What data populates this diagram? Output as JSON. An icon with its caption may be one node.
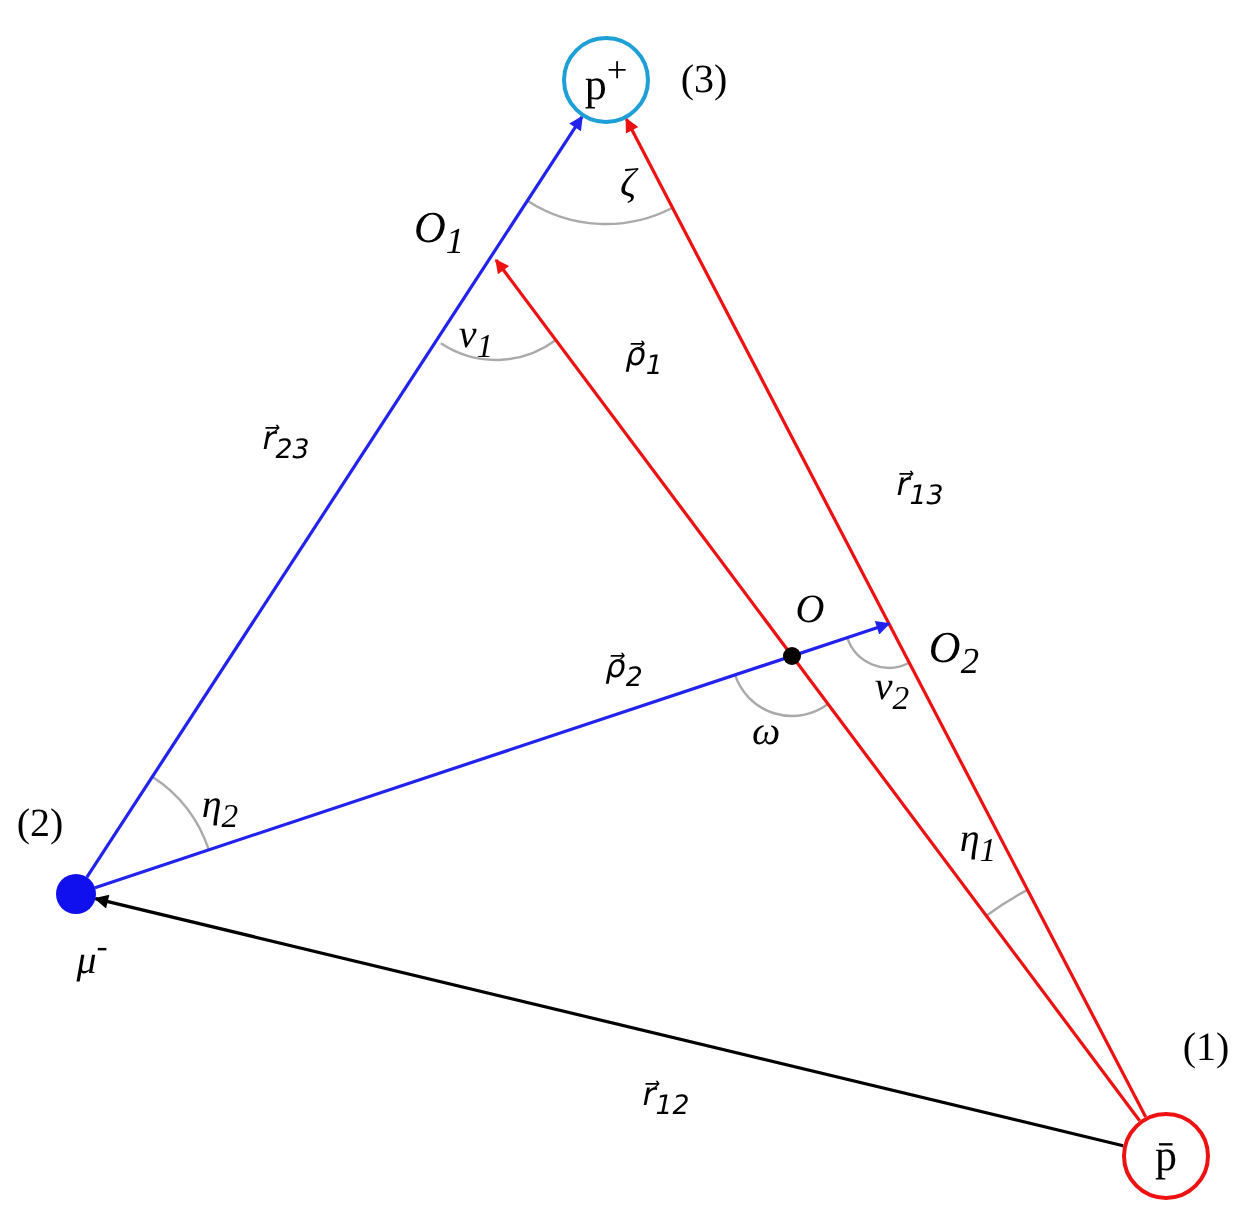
{
  "diagram": {
    "nodes": [
      {
        "text": [
          "p$^{+}$"
        ]
      },
      {
        "text": [],
        "shape": "circle",
        "beside": [
          "(2)",
          "μ$^{-}$"
        ]
      },
      {
        "text": [
          "p̄"
        ]
      },
      {
        "text": [
          "O$_{1}$"
        ]
      },
      {
        "text": [
          "O$_{2}$"
        ]
      }
    ],
    "edges": [
      {
        "from": 1,
        "to": 0,
        "arrow": "to",
        "label": "r⃗$_{23}$",
        "color": "#2222ee"
      },
      {
        "from": 2,
        "to": 0,
        "arrow": "to",
        "label": "r⃗$_{13}$",
        "color": "#ee1111"
      },
      {
        "from": 2,
        "to": 1,
        "arrow": "to",
        "label": "r⃗$_{12}$",
        "color": "#000000"
      },
      {
        "from": 2,
        "to": 3,
        "arrow": "to",
        "label": "ρ⃗$_{1}$",
        "color": "#ee1111"
      },
      {
        "from": 1,
        "to": 4,
        "arrow": "to",
        "label": "ρ⃗$_{2}$",
        "color": "#2222ee"
      }
    ],
    "labels": [
      "(3)",
      "ζ",
      "ν$_{1}$",
      "O",
      "ω",
      "ν$_{2}$",
      "η$_{2}$",
      "η$_{1}$",
      "(1)"
    ]
  }
}
